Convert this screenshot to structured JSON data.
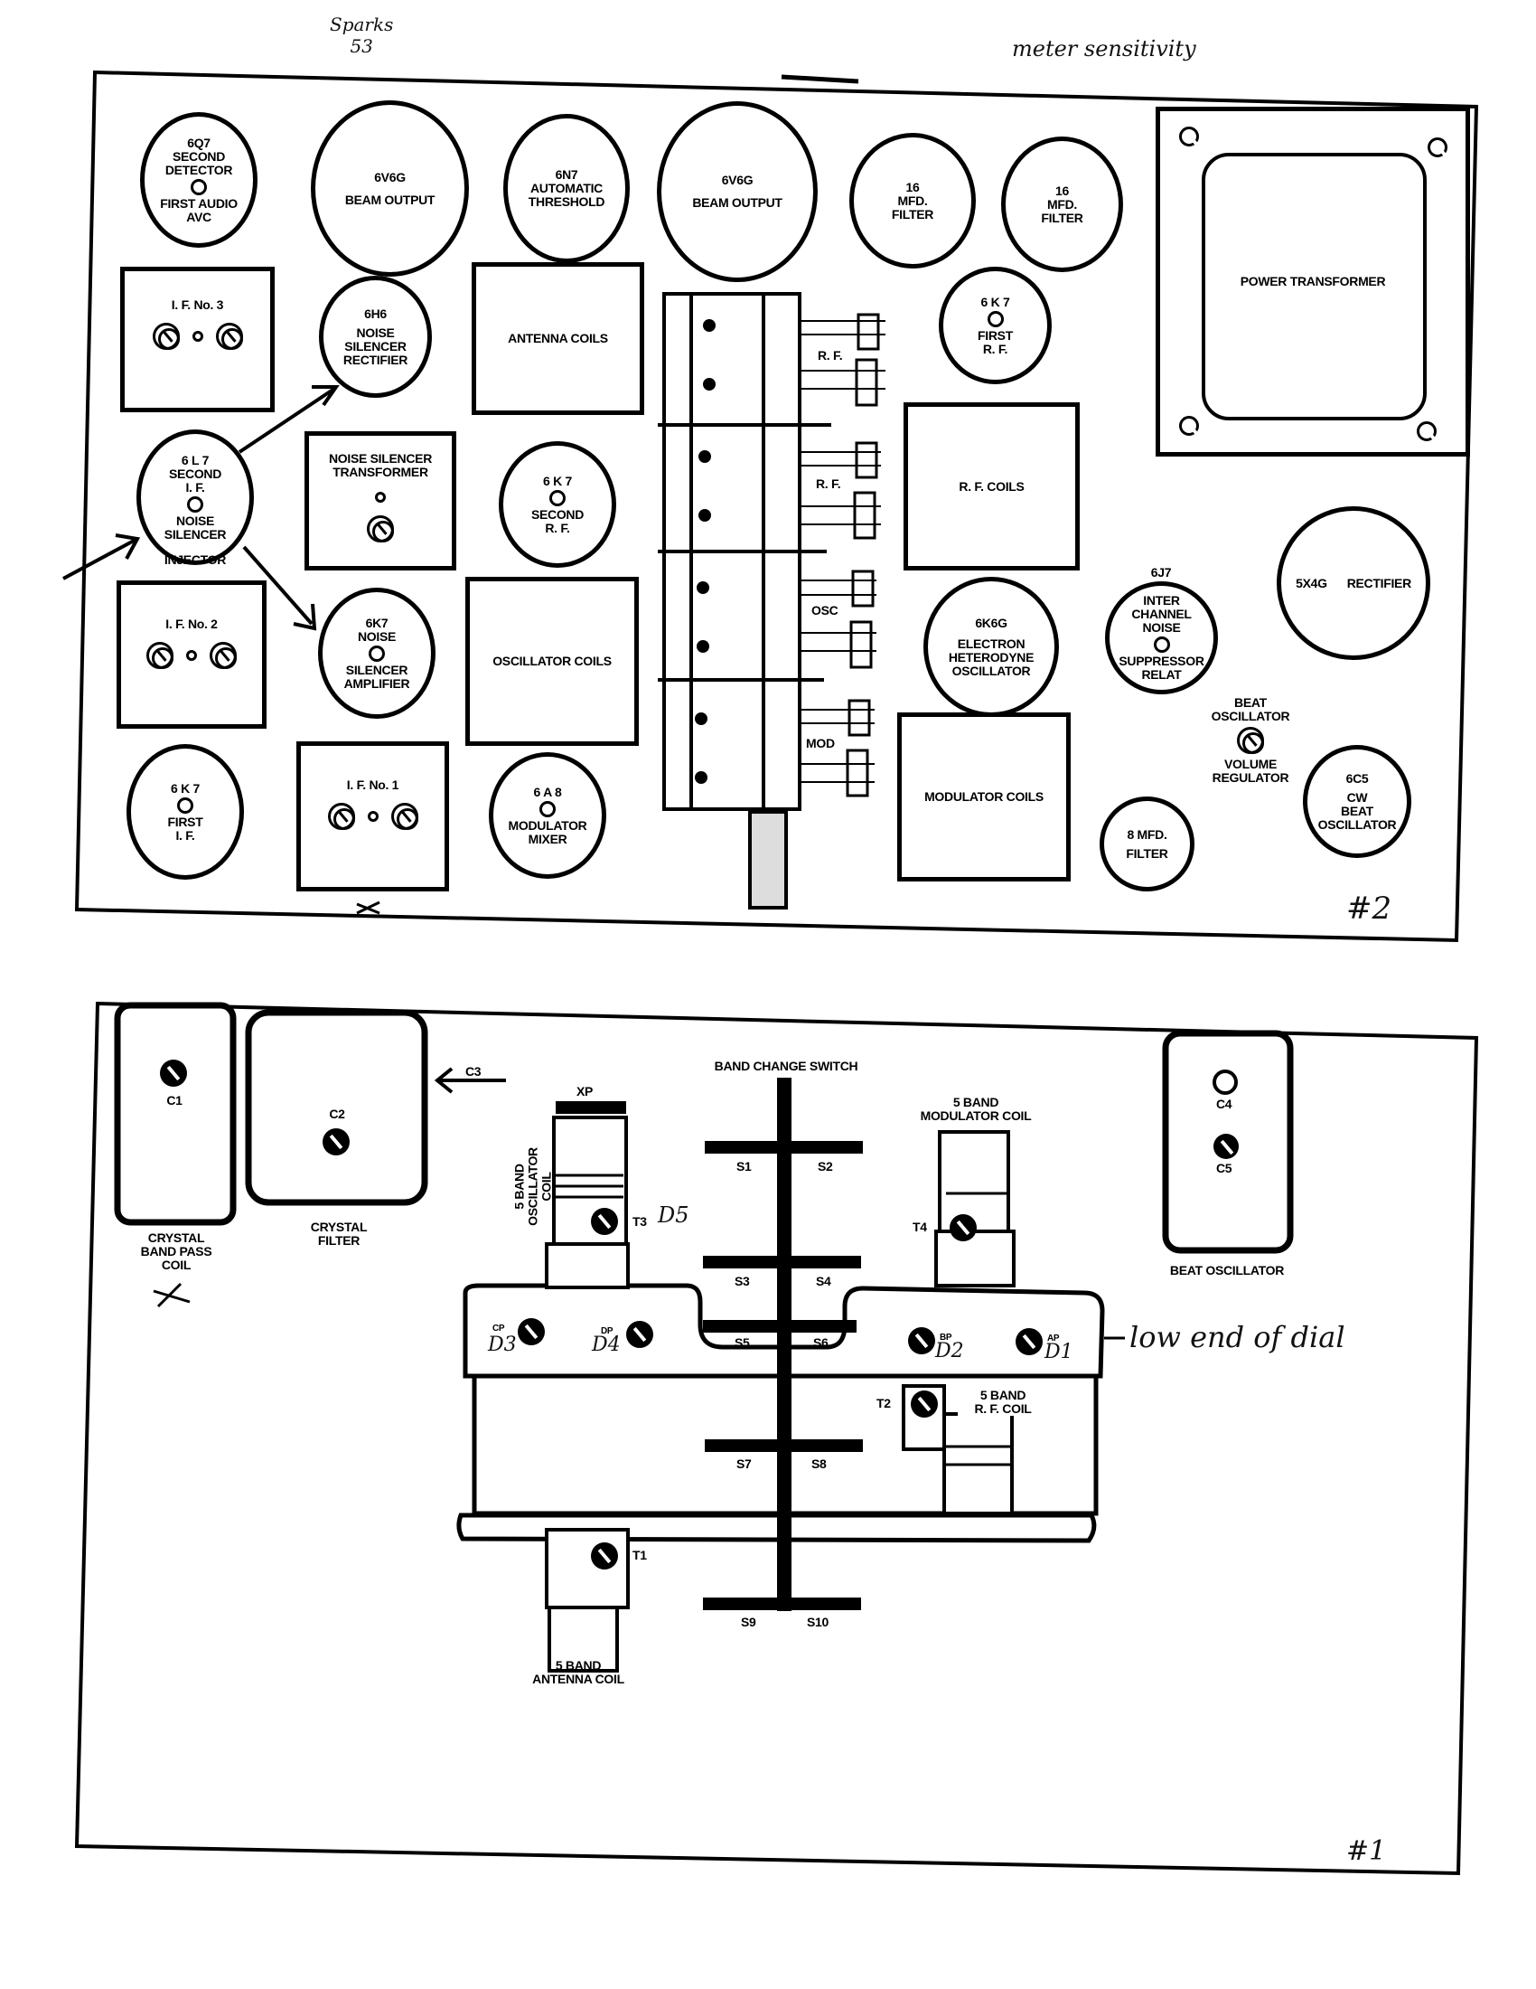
{
  "handwritten": {
    "top_left": "Sparks\n53",
    "top_right": "meter sensitivity",
    "panel2_mark": "#2",
    "panel1_mark": "#1",
    "dial_note": "low end of dial",
    "d1": "D1",
    "d2": "D2",
    "d3": "D3",
    "d4": "D4",
    "d5": "D5"
  },
  "top_panel": {
    "tubes": [
      {
        "top": "6Q7\nSECOND\nDETECTOR",
        "bottom": "FIRST AUDIO\nAVC"
      },
      {
        "top": "6V6G",
        "bottom": "BEAM OUTPUT"
      },
      {
        "top": "6N7",
        "bottom": "AUTOMATIC\nTHRESHOLD"
      },
      {
        "top": "6V6G",
        "bottom": "BEAM OUTPUT"
      },
      {
        "top": "16",
        "bottom": "MFD.\nFILTER"
      },
      {
        "top": "16",
        "bottom": "MFD.\nFILTER"
      },
      {
        "top": "6H6",
        "bottom": "NOISE\nSILENCER\nRECTIFIER"
      },
      {
        "top": "6 K 7",
        "bottom": "FIRST\nR. F."
      },
      {
        "top": "6 L 7\nSECOND\nI. F.",
        "bottom": "NOISE\nSILENCER"
      },
      {
        "top": "6 K 7",
        "bottom": "SECOND\nR. F."
      },
      {
        "top": "5X4G",
        "bottom": "RECTIFIER"
      },
      {
        "top": "6K7\nNOISE",
        "bottom": "SILENCER\nAMPLIFIER"
      },
      {
        "top": "6K6G",
        "bottom": "ELECTRON\nHETERODYNE\nOSCILLATOR"
      },
      {
        "top": "INTER\nCHANNEL\nNOISE",
        "bottom": "SUPPRESSOR\nRELAT"
      },
      {
        "top": "6C5",
        "bottom": "CW\nBEAT\nOSCILLATOR"
      },
      {
        "top": "8 MFD.",
        "bottom": "FILTER"
      },
      {
        "top": "6 K 7",
        "bottom": "FIRST\nI. F."
      },
      {
        "top": "6 A 8",
        "bottom": "MODULATOR\nMIXER"
      }
    ],
    "tube_6j7_type": "6J7",
    "injector_label": "INJECTOR",
    "boxes": {
      "if3": "I. F. No. 3",
      "antenna_coils": "ANTENNA COILS",
      "noise_silencer_transformer": "NOISE SILENCER\nTRANSFORMER",
      "rf_coils": "R. F. COILS",
      "power_transformer": "POWER TRANSFORMER",
      "if2": "I. F. No. 2",
      "oscillator_coils": "OSCILLATOR COILS",
      "modulator_coils": "MODULATOR COILS",
      "if1": "I. F. No. 1"
    },
    "switch_sections": [
      "R. F.",
      "R. F.",
      "OSC",
      "MOD"
    ],
    "beat_osc_volume": {
      "top": "BEAT\nOSCILLATOR",
      "bottom": "VOLUME\nREGULATOR"
    }
  },
  "bottom_panel": {
    "crystal_band_pass": {
      "label": "CRYSTAL\nBAND PASS\nCOIL",
      "screw": "C1"
    },
    "crystal_filter": {
      "label": "CRYSTAL\nFILTER",
      "screw": "C2"
    },
    "c3": "C3",
    "band_change_switch": "BAND CHANGE SWITCH",
    "switch_positions": [
      "S1",
      "S2",
      "S3",
      "S4",
      "S5",
      "S6",
      "S7",
      "S8",
      "S9",
      "S10"
    ],
    "oscillator_coil": {
      "cap": "XP",
      "label": "5 BAND\nOSCILLATOR\nCOIL",
      "screw": "T3"
    },
    "modulator_coil": {
      "label": "5 BAND\nMODULATOR COIL",
      "screw": "T4"
    },
    "beat_oscillator": {
      "label": "BEAT OSCILLATOR",
      "c4": "C4",
      "c5": "C5"
    },
    "trimmers": {
      "cp": "CP",
      "dp": "DP",
      "bp": "BP",
      "ap": "AP"
    },
    "rf_coil": {
      "label": "5 BAND\nR. F. COIL",
      "screw": "T2"
    },
    "antenna_coil": {
      "label": "5 BAND\nANTENNA COIL",
      "screw": "T1"
    }
  }
}
